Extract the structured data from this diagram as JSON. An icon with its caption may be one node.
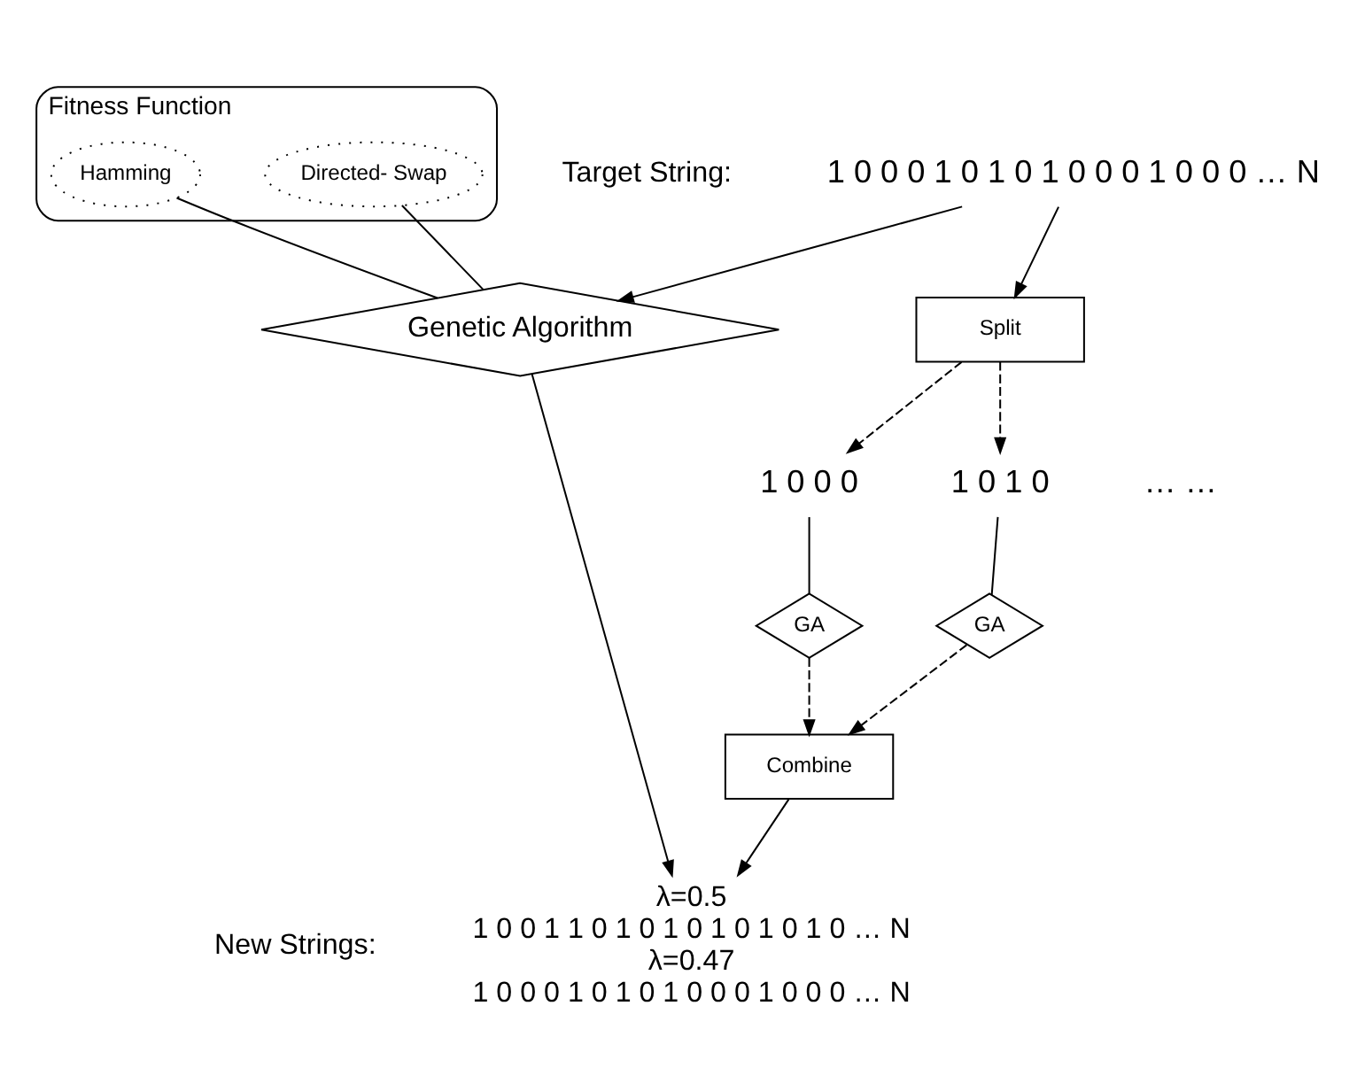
{
  "diagram": {
    "nodes": [
      {
        "text": [
          "1 0 0 0 1 0 1 0 1 0 0 0 1 0 0 0 … N"
        ],
        "beside": [
          "Target String:"
        ]
      },
      {
        "text": [
          "Fitness Function"
        ]
      },
      {
        "text": [
          "Directed- Swap"
        ],
        "in": 1
      },
      {
        "text": [
          "Hamming"
        ],
        "in": 1
      },
      {
        "text": [
          "Genetic Algorithm"
        ]
      },
      {
        "text": [
          "Split"
        ]
      },
      {
        "text": [
          "1 0 0 0"
        ]
      },
      {
        "text": [
          "1 0 1 0"
        ]
      },
      {
        "text": [
          "GA"
        ]
      },
      {
        "text": [
          "GA"
        ]
      },
      {
        "text": [
          "Combine"
        ]
      },
      {
        "text": [
          "λ=0.5",
          "1 0 0 1 1 0 1 0 1 0 1 0 1 0 1 0 … N",
          "λ=0.47",
          "1 0 0 0 1 0 1 0 1 0 0 0 1 0 0 0 … N"
        ],
        "beside": [
          "New Strings:"
        ]
      }
    ],
    "edges": [
      {
        "from": 0,
        "to": 4,
        "arrow": "to"
      },
      {
        "from": 0,
        "to": 5,
        "arrow": "to"
      },
      {
        "from": 2,
        "to": 4,
        "arrow": "none"
      },
      {
        "from": 3,
        "to": 4,
        "arrow": "none"
      },
      {
        "from": 5,
        "to": 6,
        "arrow": "to",
        "style": "dashed"
      },
      {
        "from": 5,
        "to": 7,
        "arrow": "to",
        "style": "dashed"
      },
      {
        "from": 6,
        "to": 8,
        "arrow": "none"
      },
      {
        "from": 7,
        "to": 9,
        "arrow": "none"
      },
      {
        "from": 8,
        "to": 10,
        "arrow": "to",
        "style": "dashed"
      },
      {
        "from": 9,
        "to": 10,
        "arrow": "to",
        "style": "dashed"
      },
      {
        "from": 4,
        "to": 11,
        "arrow": "to"
      },
      {
        "from": 10,
        "to": 11,
        "arrow": "to"
      }
    ],
    "labels": [
      "… …"
    ]
  }
}
